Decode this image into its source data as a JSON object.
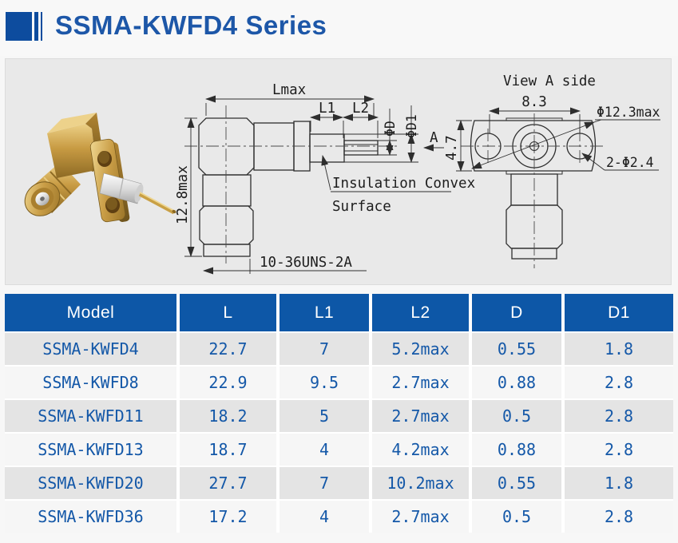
{
  "header": {
    "title": "SSMA-KWFD4 Series"
  },
  "drawing": {
    "side_view": {
      "dim_lmax": "Lmax",
      "dim_l1": "L1",
      "dim_l2": "L2",
      "dim_d": "ΦD",
      "dim_d1": "ΦD1",
      "dim_height": "12.8max",
      "thread_label": "10-36UNS-2A",
      "annotation_line1": "Insulation Convex",
      "annotation_line2": "Surface",
      "section_arrow_label": "A"
    },
    "view_a": {
      "title": "View A side",
      "dim_width": "8.3",
      "dim_diameter": "Φ12.3max",
      "dim_height": "4.7",
      "holes_label": "2-Φ2.4"
    }
  },
  "table": {
    "columns": [
      "Model",
      "L",
      "L1",
      "L2",
      "D",
      "D1"
    ],
    "rows": [
      [
        "SSMA-KWFD4",
        "22.7",
        "7",
        "5.2max",
        "0.55",
        "1.8"
      ],
      [
        "SSMA-KWFD8",
        "22.9",
        "9.5",
        "2.7max",
        "0.88",
        "2.8"
      ],
      [
        "SSMA-KWFD11",
        "18.2",
        "5",
        "2.7max",
        "0.5",
        "2.8"
      ],
      [
        "SSMA-KWFD13",
        "18.7",
        "4",
        "4.2max",
        "0.88",
        "2.8"
      ],
      [
        "SSMA-KWFD20",
        "27.7",
        "7",
        "10.2max",
        "0.55",
        "1.8"
      ],
      [
        "SSMA-KWFD36",
        "17.2",
        "4",
        "2.7max",
        "0.5",
        "2.8"
      ]
    ]
  },
  "colors": {
    "accent_blue": "#0d57a7",
    "title_blue": "#1d57a8",
    "table_text_blue": "#1458a8",
    "row_alt_gray": "#e4e4e4",
    "row_light": "#f6f6f6",
    "panel_bg": "#e9e9e9",
    "line_color": "#2e2e2e",
    "gold": "#c79a42"
  }
}
